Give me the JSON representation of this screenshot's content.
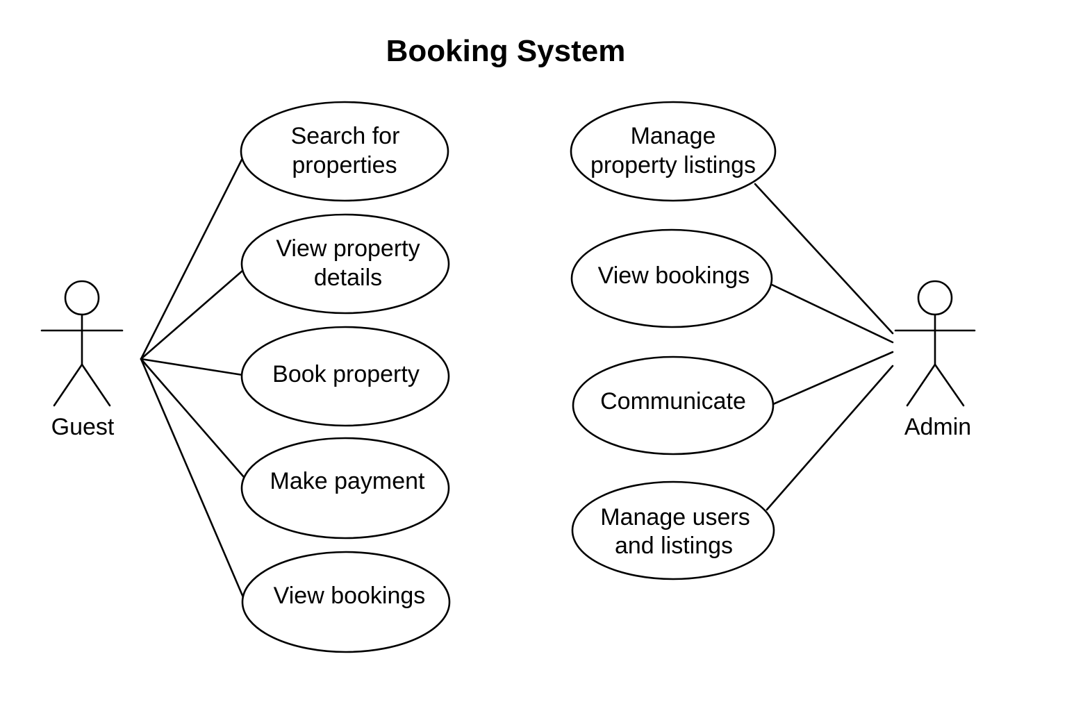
{
  "title": "Booking System",
  "actors": {
    "guest": {
      "label": "Guest"
    },
    "admin": {
      "label": "Admin"
    }
  },
  "guest_use_cases": [
    {
      "lines": [
        "Search for",
        "properties"
      ]
    },
    {
      "lines": [
        "View property",
        "details"
      ]
    },
    {
      "lines": [
        "Book property"
      ]
    },
    {
      "lines": [
        "Make payment"
      ]
    },
    {
      "lines": [
        "View bookings"
      ]
    }
  ],
  "admin_use_cases": [
    {
      "lines": [
        "Manage",
        "property listings"
      ]
    },
    {
      "lines": [
        "View bookings"
      ]
    },
    {
      "lines": [
        "Communicate"
      ]
    },
    {
      "lines": [
        "Manage users",
        "and listings"
      ]
    }
  ],
  "colors": {
    "stroke": "#000000",
    "background": "#ffffff"
  }
}
